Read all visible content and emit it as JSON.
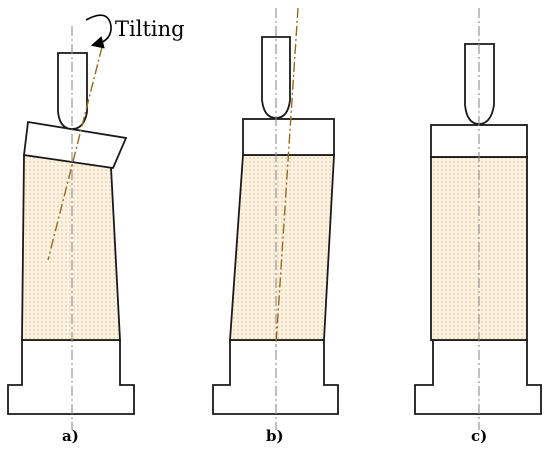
{
  "annotation": "Tilting",
  "panels": [
    {
      "label": "a)"
    },
    {
      "label": "b)"
    },
    {
      "label": "c)"
    }
  ],
  "colors": {
    "outline": "#1a1a1a",
    "specimen_dots": "#e8c99a",
    "axis_line": "#8c8c8c",
    "tilt_line": "#9a6a1a"
  }
}
